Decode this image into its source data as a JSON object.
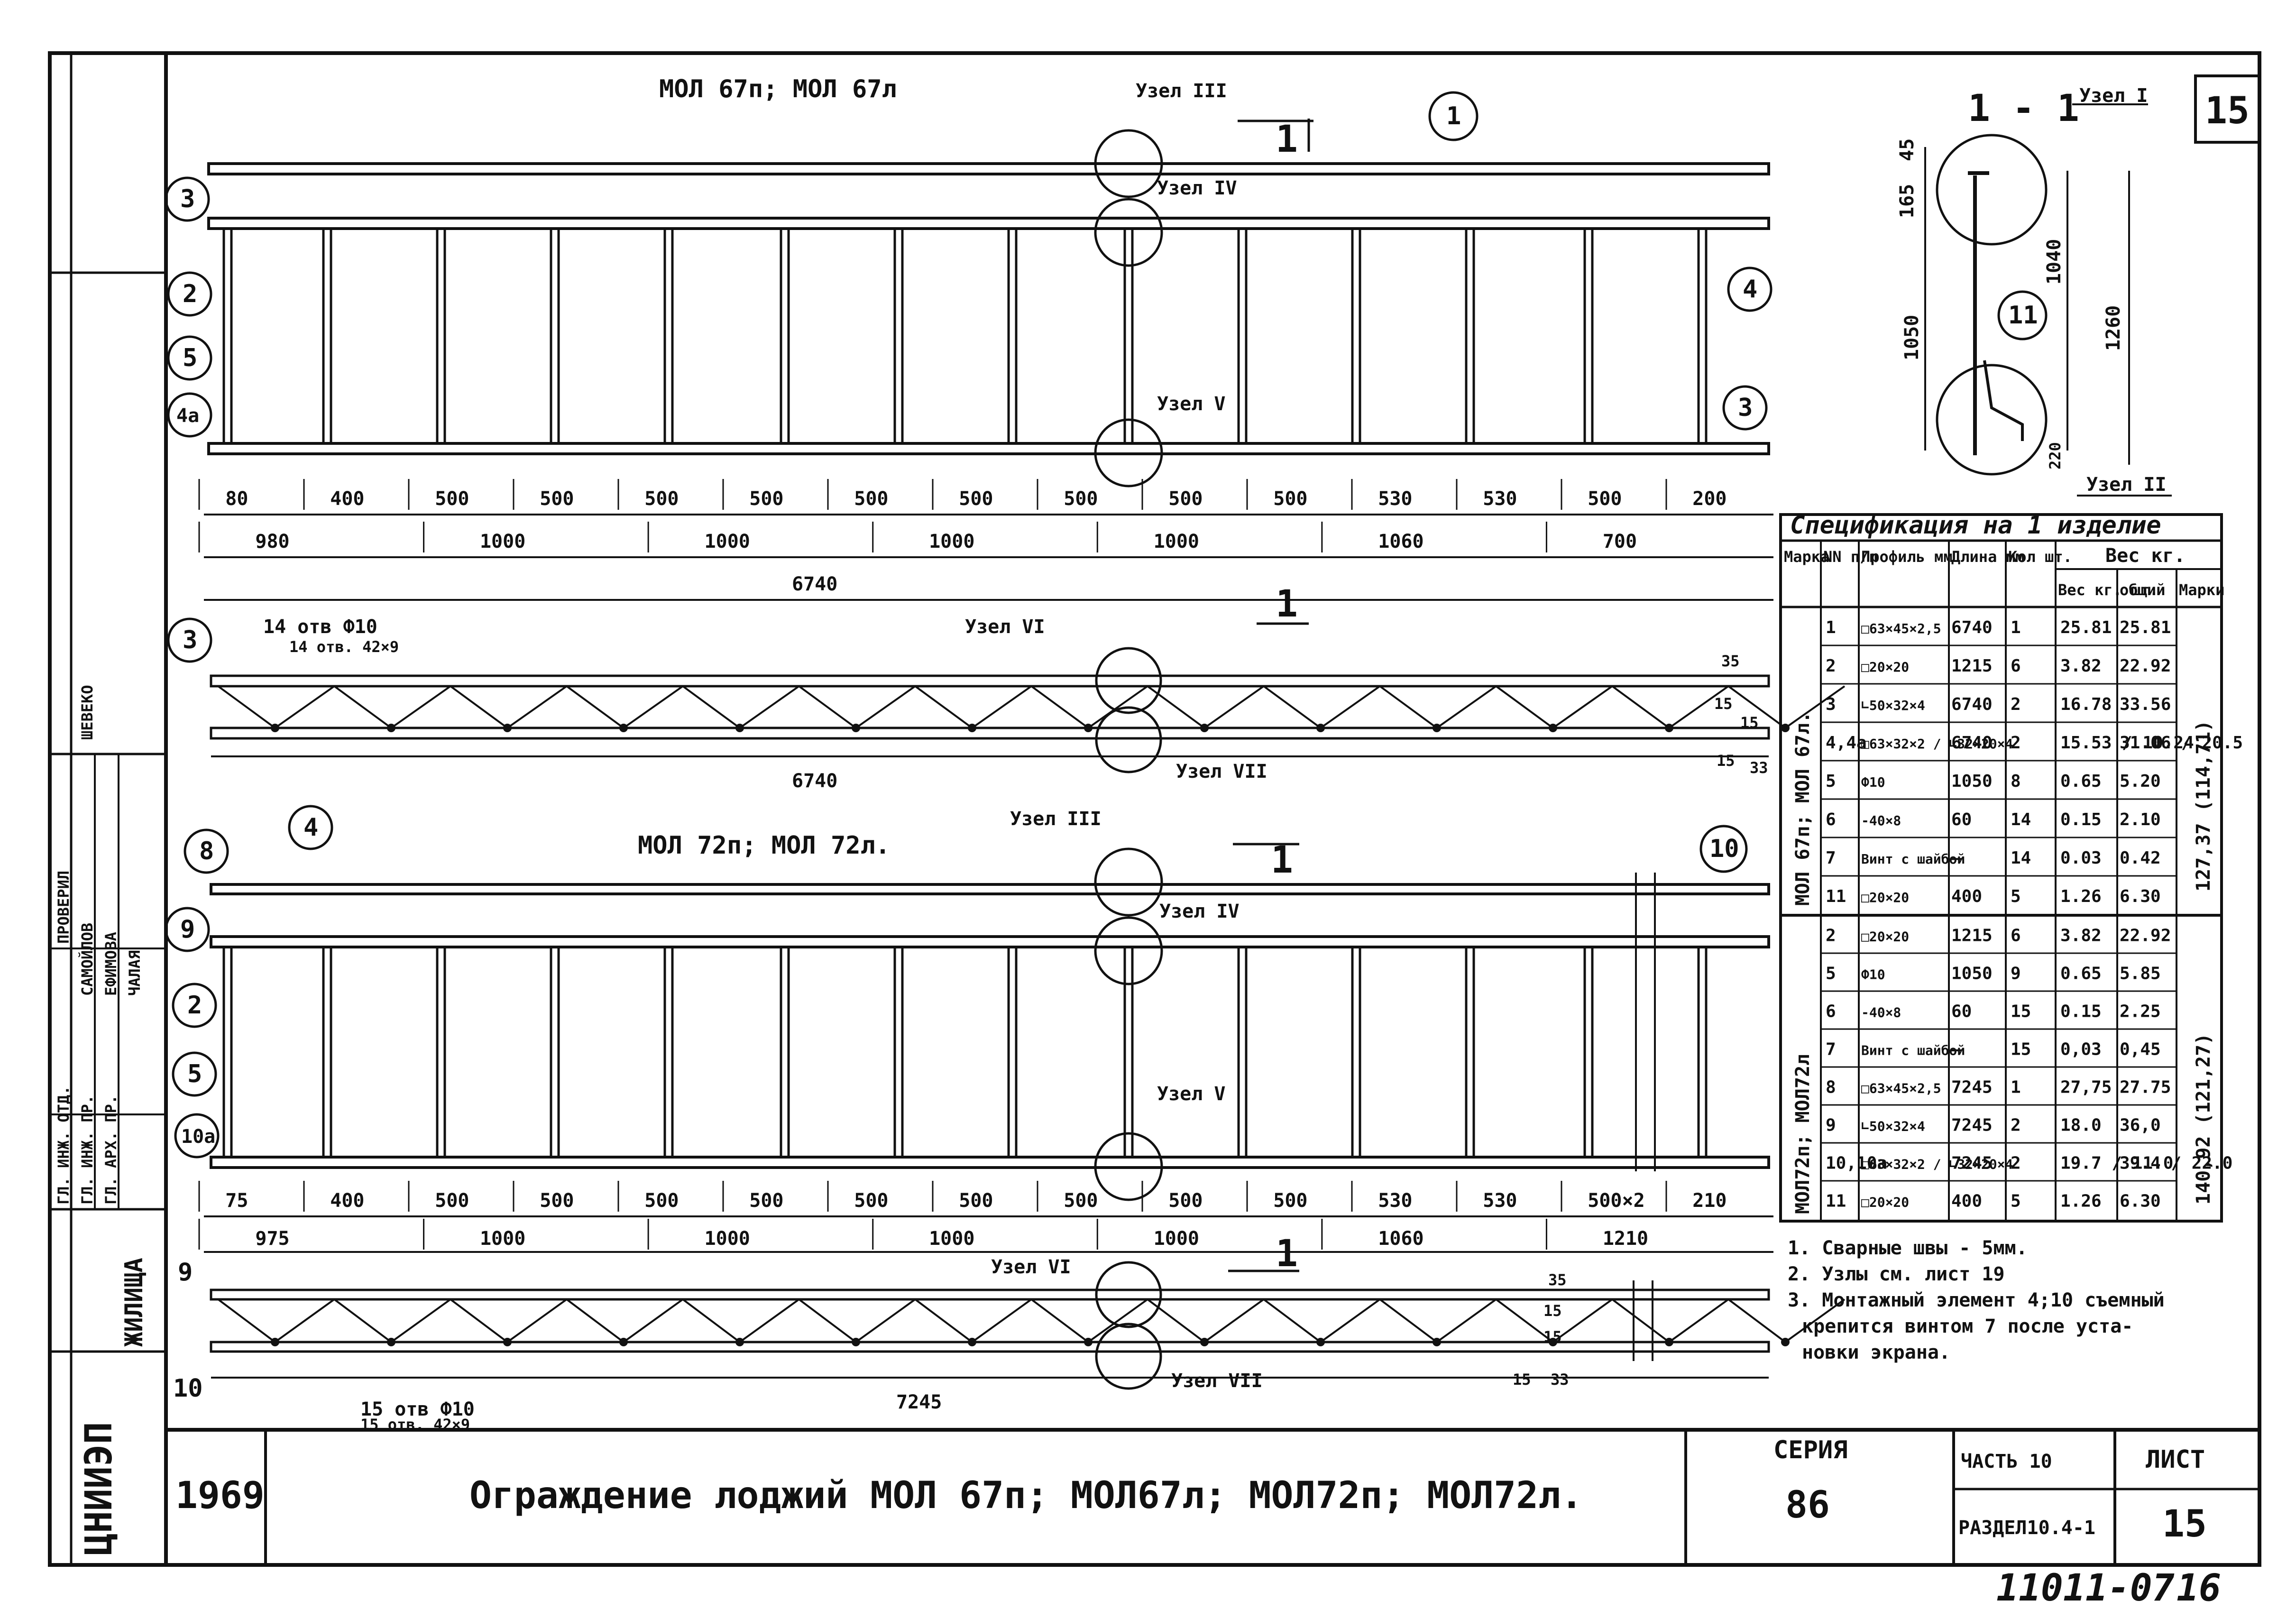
{
  "sheet_corner": "15",
  "frame": {
    "year": "1969",
    "title": "Ограждение лоджий МОЛ 67п; МОЛ67л; МОЛ72п; МОЛ72л.",
    "series_label": "СЕРИЯ",
    "series": "86",
    "part": "ЧАСТЬ 10",
    "section": "РАЗДЕЛ10.4-1",
    "sheet_label": "ЛИСТ",
    "sheet": "15",
    "archive": "11011-07",
    "page": "16",
    "org": "ЦНИИЭП",
    "org_sub": "ЖИЛИЩА",
    "roles": [
      "ГЛ. ИНЖ. ОТД.",
      "ГЛ. ИНЖ. ПР.",
      "ГЛ. АРХ. ПР.",
      "ПРОВЕРИЛ"
    ],
    "names": [
      "САМОЙЛОВ",
      "ЕФИМОВА",
      "ЧАЛАЯ",
      "ШЕВЕКО"
    ]
  },
  "top_view": {
    "title": "МОЛ 67п; МОЛ 67л",
    "nodes": [
      "Узел III",
      "Узел IV",
      "Узел V"
    ],
    "section_mark": "1",
    "callouts": [
      "1",
      "2",
      "3",
      "3",
      "4",
      "4а",
      "5"
    ],
    "dims_top": [
      "80",
      "400",
      "500",
      "500",
      "500",
      "500",
      "500",
      "500",
      "500",
      "500",
      "500",
      "530",
      "530",
      "500",
      "200"
    ],
    "dims_mid": [
      "980",
      "1000",
      "1000",
      "1000",
      "1000",
      "1060",
      "700"
    ],
    "total": "6740"
  },
  "plan_top": {
    "holes1": "14 отв Ф10",
    "holes2": "14 отв. 42×9",
    "nodes": [
      "Узел VI",
      "Узел VII"
    ],
    "section_mark": "1",
    "callouts": [
      "3",
      "4"
    ],
    "dims_side": [
      "35",
      "15",
      "15",
      "15",
      "33"
    ],
    "total": "6740"
  },
  "bottom_view": {
    "title": "МОЛ 72п; МОЛ 72л.",
    "nodes": [
      "Узел III",
      "Узел IV",
      "Узел V"
    ],
    "section_mark": "1",
    "callouts": [
      "8",
      "9",
      "2",
      "5",
      "10а",
      "10"
    ],
    "dims_top": [
      "75",
      "400",
      "500",
      "500",
      "500",
      "500",
      "500",
      "500",
      "500",
      "500",
      "500",
      "530",
      "530",
      "500×2",
      "210"
    ],
    "dims_mid": [
      "975",
      "1000",
      "1000",
      "1000",
      "1000",
      "1060",
      "1210"
    ]
  },
  "plan_bottom": {
    "nodes": [
      "Узел VI",
      "Узел VII"
    ],
    "section_mark": "1",
    "callouts": [
      "9",
      "10"
    ],
    "dims_side": [
      "35",
      "15",
      "15",
      "15",
      "33"
    ],
    "total": "7245",
    "holes1": "15 отв Ф10",
    "holes2": "15 отв. 42×9"
  },
  "section": {
    "title": "1 - 1",
    "nodes": [
      "Узел I",
      "Узел II"
    ],
    "callout": "11",
    "dims": [
      "165",
      "45",
      "1040",
      "1050",
      "1260",
      "220"
    ]
  },
  "spec": {
    "title": "Спецификация на 1 изделие",
    "headers": [
      "Марка",
      "NN п/п",
      "Профиль мм",
      "Длина мм",
      "Кол шт.",
      "Вес кг. шт.",
      "общий",
      "Марки"
    ],
    "weight_label": "Вес кг.",
    "group1": "МОЛ 67п; МОЛ 67л.",
    "group1_total": "127,37 (114,71)",
    "group2": "МОЛ72п; МОЛ72л",
    "group2_total": "140,92 (121,27)",
    "rows1": [
      [
        "1",
        "□63×45×2,5",
        "6740",
        "1",
        "25.81",
        "25.81"
      ],
      [
        "2",
        "□20×20",
        "1215",
        "6",
        "3.82",
        "22.92"
      ],
      [
        "3",
        "∟50×32×4",
        "6740",
        "2",
        "16.78",
        "33.56"
      ],
      [
        "4,4а",
        "□63×32×2 / ∟32×20×4",
        "6740",
        "2",
        "15.53 / 10.24",
        "31.06 / 20.5"
      ],
      [
        "5",
        "Ф10",
        "1050",
        "8",
        "0.65",
        "5.20"
      ],
      [
        "6",
        "-40×8",
        "60",
        "14",
        "0.15",
        "2.10"
      ],
      [
        "7",
        "Винт с шайбой",
        "–",
        "14",
        "0.03",
        "0.42"
      ],
      [
        "11",
        "□20×20",
        "400",
        "5",
        "1.26",
        "6.30"
      ]
    ],
    "rows2": [
      [
        "2",
        "□20×20",
        "1215",
        "6",
        "3.82",
        "22.92"
      ],
      [
        "5",
        "Ф10",
        "1050",
        "9",
        "0.65",
        "5.85"
      ],
      [
        "6",
        "-40×8",
        "60",
        "15",
        "0.15",
        "2.25"
      ],
      [
        "7",
        "Винт с шайбой",
        "–",
        "15",
        "0,03",
        "0,45"
      ],
      [
        "8",
        "□63×45×2,5",
        "7245",
        "1",
        "27,75",
        "27.75"
      ],
      [
        "9",
        "∟50×32×4",
        "7245",
        "2",
        "18.0",
        "36,0"
      ],
      [
        "10,10а",
        "□63×32×2 / ∟32×20×4",
        "7245",
        "2",
        "19.7 / 11.0",
        "39.4 / 22.0"
      ],
      [
        "11",
        "□20×20",
        "400",
        "5",
        "1.26",
        "6.30"
      ]
    ]
  },
  "notes": [
    "1. Сварные швы - 5мм.",
    "2. Узлы см. лист 19",
    "3. Монтажный элемент 4;10 съемный",
    "крепится винтом 7 после уста-",
    "новки экрана."
  ]
}
